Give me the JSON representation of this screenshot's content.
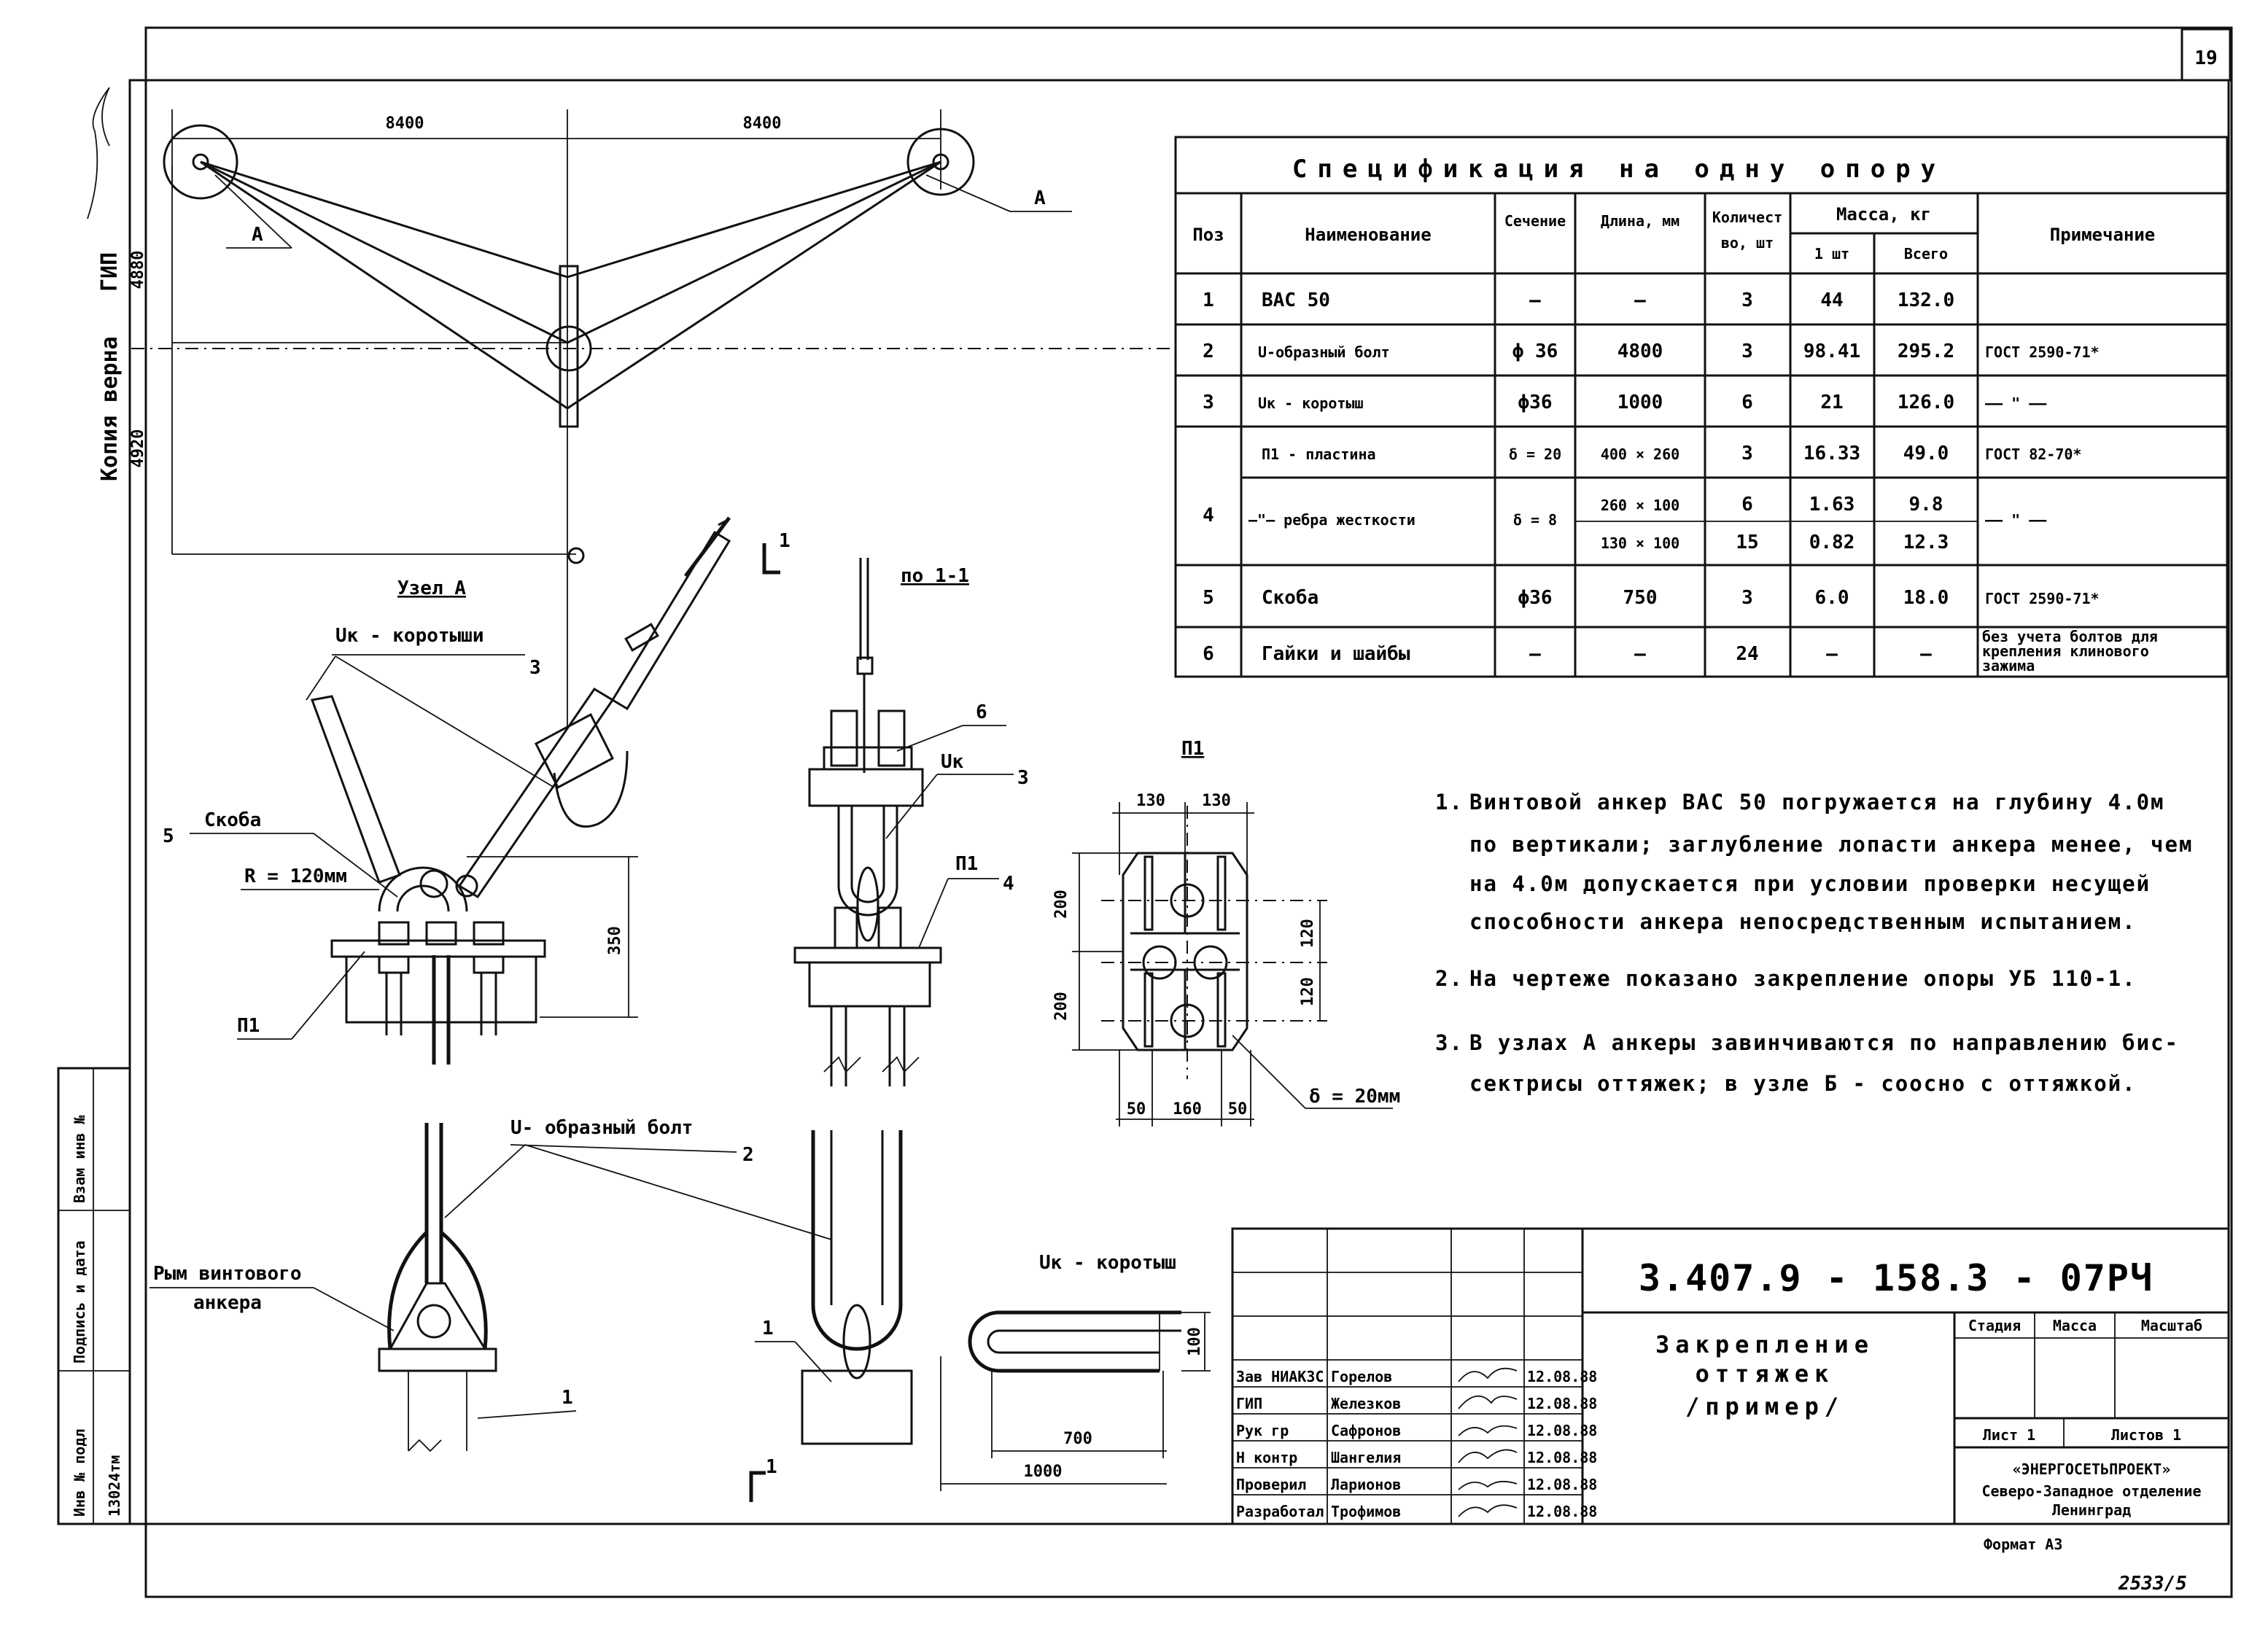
{
  "sheet_number": "19",
  "side_stamp": {
    "copy_label": "Копия верна",
    "gip_label": "ГИП",
    "inv_label": "Инв № подл",
    "inv_value": "13024тм",
    "sign_date_label": "Подпись и дата",
    "vzam_label": "Взам инв №"
  },
  "plan": {
    "dim_left": "8400",
    "dim_right": "8400",
    "dim_top": "4880",
    "dim_bottom": "4920",
    "node_left": "А",
    "node_right": "А"
  },
  "node_a": {
    "title": "Узел А",
    "callout_3": "Uк - коротыши",
    "num_3": "3",
    "callout_5": "Скоба",
    "num_5": "5",
    "radius": "R = 120мм",
    "plate": "П1",
    "dim_350": "350"
  },
  "section": {
    "title": "по 1-1",
    "mark_1": "1",
    "mark_1b": "1",
    "label_6": "6",
    "label_uk": "Uк",
    "num_3": "3",
    "label_p1": "П1",
    "num_4": "4"
  },
  "plate": {
    "title": "П1",
    "dim_130a": "130",
    "dim_130b": "130",
    "dim_200a": "200",
    "dim_200b": "200",
    "dim_120a": "120",
    "dim_120b": "120",
    "dim_50a": "50",
    "dim_160": "160",
    "dim_50b": "50",
    "thickness": "δ = 20мм"
  },
  "spec": {
    "title": "Спецификация на одну опору",
    "headers": {
      "pos": "Поз",
      "name": "Наименование",
      "section": "Сечение",
      "length": "Длина, мм",
      "qty_1": "Количест",
      "qty_2": "во, шт",
      "mass": "Масса, кг",
      "mass_unit": "1 шт",
      "mass_total": "Всего",
      "note": "Примечание"
    },
    "rows": [
      {
        "pos": "1",
        "name": "ВАС 50",
        "section": "—",
        "length": "—",
        "qty": "3",
        "m1": "44",
        "mt": "132.0",
        "note": ""
      },
      {
        "pos": "2",
        "name": "U-образный болт",
        "section": "ϕ 36",
        "length": "4800",
        "qty": "3",
        "m1": "98.41",
        "mt": "295.2",
        "note": "ГОСТ 2590-71*"
      },
      {
        "pos": "3",
        "name": "Uк - коротыш",
        "section": "ϕ36",
        "length": "1000",
        "qty": "6",
        "m1": "21",
        "mt": "126.0",
        "note": "—— \" ——"
      },
      {
        "pos": "",
        "name": "П1 - пластина",
        "section": "δ = 20",
        "length": "400 × 260",
        "qty": "3",
        "m1": "16.33",
        "mt": "49.0",
        "note": "ГОСТ 82-70*"
      },
      {
        "pos": "4",
        "name": "—\"— ребра жесткости",
        "section": "δ = 8",
        "length": "260 × 100",
        "qty": "6",
        "m1": "1.63",
        "mt": "9.8",
        "note": "—— \" ——"
      },
      {
        "pos": "",
        "name": "",
        "section": "",
        "length": "130 × 100",
        "qty": "15",
        "m1": "0.82",
        "mt": "12.3",
        "note": ""
      },
      {
        "pos": "5",
        "name": "Скоба",
        "section": "ϕ36",
        "length": "750",
        "qty": "3",
        "m1": "6.0",
        "mt": "18.0",
        "note": "ГОСТ 2590-71*"
      },
      {
        "pos": "6",
        "name": "Гайки и шайбы",
        "section": "—",
        "length": "—",
        "qty": "24",
        "m1": "—",
        "mt": "—",
        "note_1": "без учета болтов для",
        "note_2": "крепления клинового",
        "note_3": "зажима"
      }
    ]
  },
  "notes": [
    {
      "num": "1.",
      "lines": [
        "Винтовой анкер ВАС 50 погружается на глубину 4.0м",
        "по вертикали; заглубление лопасти анкера менее, чем",
        "на 4.0м допускается при условии проверки несущей",
        "способности анкера непосредственным испытанием."
      ]
    },
    {
      "num": "2.",
      "lines": [
        "На чертеже показано закрепление опоры УБ 110-1."
      ]
    },
    {
      "num": "3.",
      "lines": [
        "В узлах А анкеры завинчиваются по направлению бис-",
        "сектрисы оттяжек; в узле Б - соосно с оттяжкой."
      ]
    }
  ],
  "bottom_views": {
    "ubolt_label": "U- образный болт",
    "num_2": "2",
    "eye_label_1": "Рым винтового",
    "eye_label_2": "анкера",
    "num_1a": "1",
    "num_1b": "1",
    "mark_1": "1",
    "uk_label": "Uк - коротыш",
    "dim_100": "100",
    "dim_700": "700",
    "dim_1000": "1000"
  },
  "title_block": {
    "code": "3.407.9 - 158.3 - 07РЧ",
    "title_1": "Закрепление",
    "title_2": "оттяжек",
    "title_3": "/пример/",
    "stage": "Стадия",
    "mass": "Масса",
    "scale": "Масштаб",
    "sheet": "Лист 1",
    "sheets": "Листов 1",
    "org": "«ЭНЕРГОСЕТЬПРОЕКТ»",
    "org_2": "Северо-Западное отделение",
    "org_3": "Ленинград",
    "format": "Формат А3",
    "signers": [
      {
        "role": "Зав НИАКЗС",
        "name": "Горелов",
        "date": "12.08.88"
      },
      {
        "role": "ГИП",
        "name": "Железков",
        "date": "12.08.88"
      },
      {
        "role": "Рук гр",
        "name": "Сафронов",
        "date": "12.08.88"
      },
      {
        "role": "Н контр",
        "name": "Шангелия",
        "date": "12.08.88"
      },
      {
        "role": "Проверил",
        "name": "Ларионов",
        "date": "12.08.88"
      },
      {
        "role": "Разработал",
        "name": "Трофимов",
        "date": "12.08.88"
      }
    ]
  },
  "archive_number": "2533/5"
}
